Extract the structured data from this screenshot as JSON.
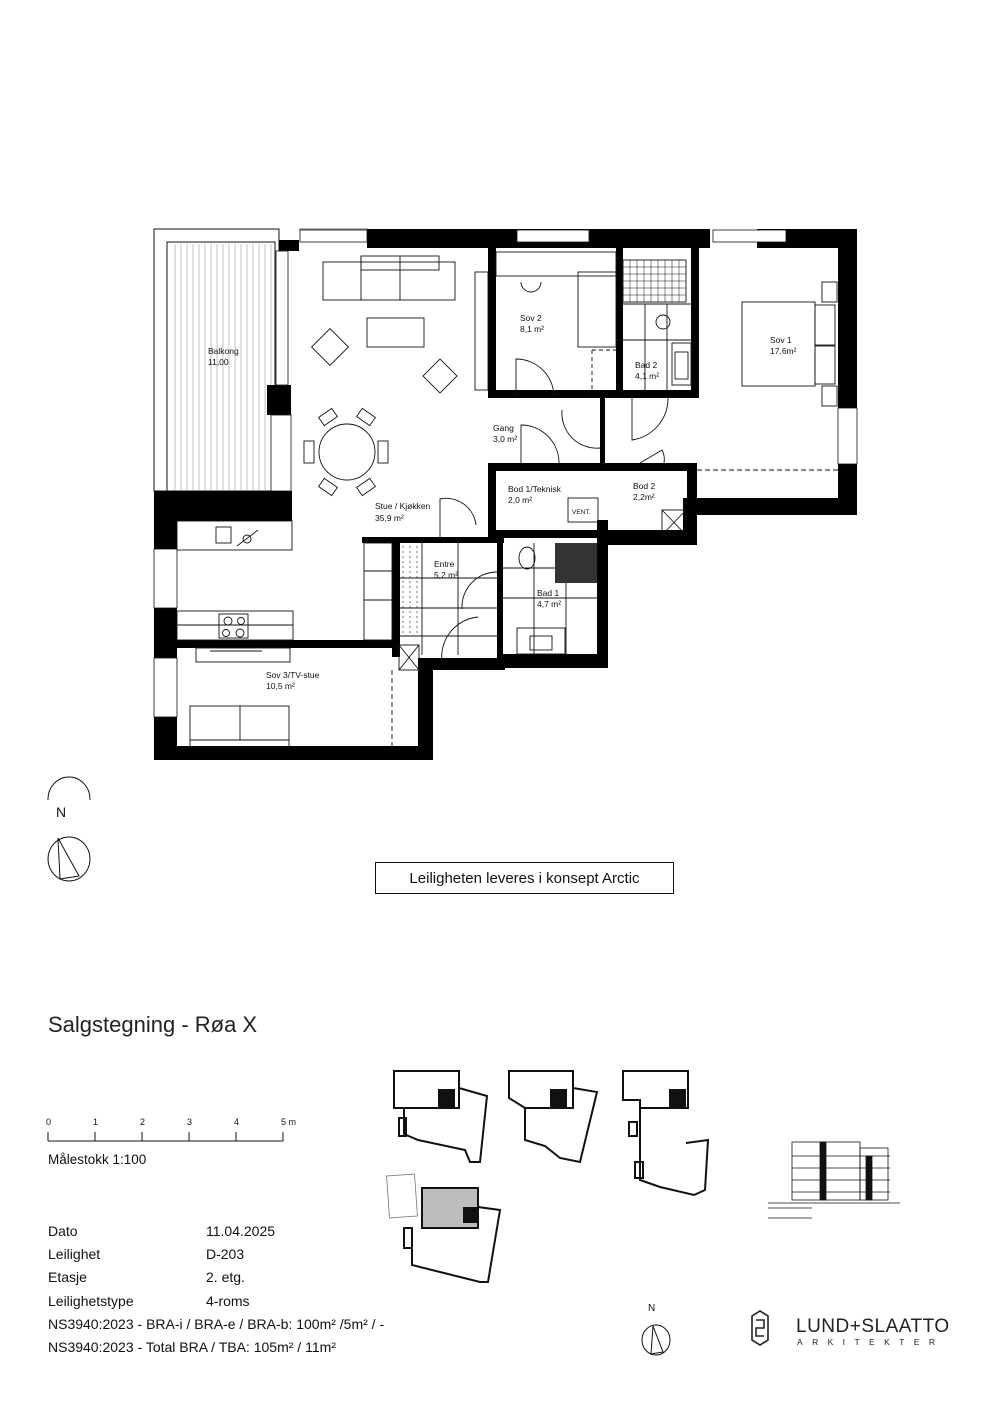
{
  "document": {
    "title": "Salgstegning - Røa X",
    "concept_note": "Leiligheten leveres i konsept Arctic",
    "north_label": "N",
    "scale": {
      "ticks": [
        "0",
        "1",
        "2",
        "3",
        "4",
        "5 m"
      ],
      "label": "Målestokk  1:100"
    },
    "info": [
      {
        "key": "Dato",
        "value": "11.04.2025"
      },
      {
        "key": "Leilighet",
        "value": "D-203"
      },
      {
        "key": "Etasje",
        "value": "2. etg."
      },
      {
        "key": "Leilighetstype",
        "value": "4-roms"
      }
    ],
    "area_lines": [
      "NS3940:2023 - BRA-i / BRA-e / BRA-b:  100m² /5m² / -",
      "NS3940:2023 - Total BRA / TBA:  105m² / 11m²"
    ],
    "logo": {
      "main": "LUND+SLAATTO",
      "sub": "ARKITEKTER"
    }
  },
  "floor_plan": {
    "rooms": [
      {
        "name": "Balkong",
        "area": "11,00"
      },
      {
        "name": "Stue / Kjøkken",
        "area": "35,9 m²"
      },
      {
        "name": "Sov 2",
        "area": "8,1 m²"
      },
      {
        "name": "Bad 2",
        "area": "4,1 m²"
      },
      {
        "name": "Sov 1",
        "area": "17,6m²"
      },
      {
        "name": "Gang",
        "area": "3,0 m²"
      },
      {
        "name": "Bod 1/Teknisk",
        "area": "2,0 m²"
      },
      {
        "name": "Bod 2",
        "area": "2,2m²"
      },
      {
        "name": "Entre",
        "area": "5,2 m²"
      },
      {
        "name": "Bad 1",
        "area": "4,7 m²"
      },
      {
        "name": "Sov 3/TV-stue",
        "area": "10,5 m²"
      }
    ],
    "equipment_labels": {
      "vent": "VENT."
    }
  },
  "colors": {
    "wall": "#000000",
    "highlight_unit": "#bdbdbd",
    "line": "#111111"
  }
}
